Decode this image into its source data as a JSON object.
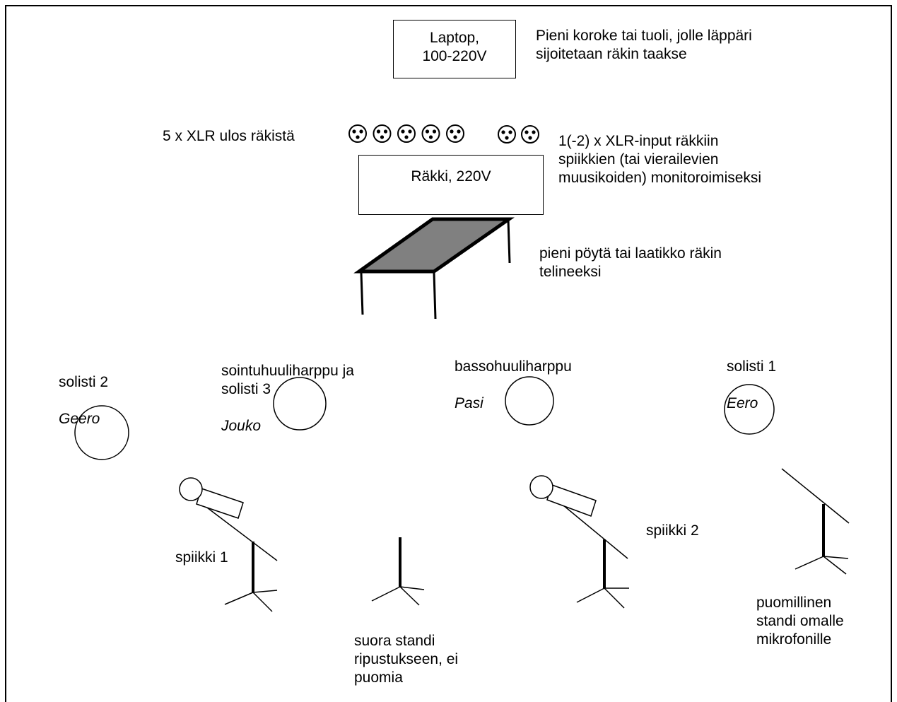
{
  "laptop": {
    "line1": "Laptop,",
    "line2": "100-220V",
    "note": "Pieni koroke tai tuoli, jolle läppäri\nsijoitetaan räkin taakse"
  },
  "xlr_out": {
    "label": "5 x XLR ulos räkistä",
    "count": 5
  },
  "xlr_in": {
    "label": "1(-2) x XLR-input räkkiin\nspiikkien (tai vierailevien\nmuusikoiden) monitoroimiseksi",
    "count": 2
  },
  "rack": {
    "label": "Räkki, 220V"
  },
  "table": {
    "label": "pieni pöytä tai laatikko räkin\ntelineeksi"
  },
  "performers": [
    {
      "role": "solisti 2",
      "name": "Geero"
    },
    {
      "role": "sointuhuuliharppu ja\nsolisti 3",
      "name": "Jouko"
    },
    {
      "role": "bassohuuliharppu",
      "name": "Pasi"
    },
    {
      "role": "solisti 1",
      "name": "Eero"
    }
  ],
  "stands": {
    "spiikki1": "spiikki 1",
    "spiikki2": "spiikki 2",
    "straight": "suora standi\nripustukseen, ei\npuomia",
    "boom": "puomillinen\nstandi omalle\nmikrofonille"
  },
  "colors": {
    "table_top": "#808080",
    "line": "#000000"
  }
}
